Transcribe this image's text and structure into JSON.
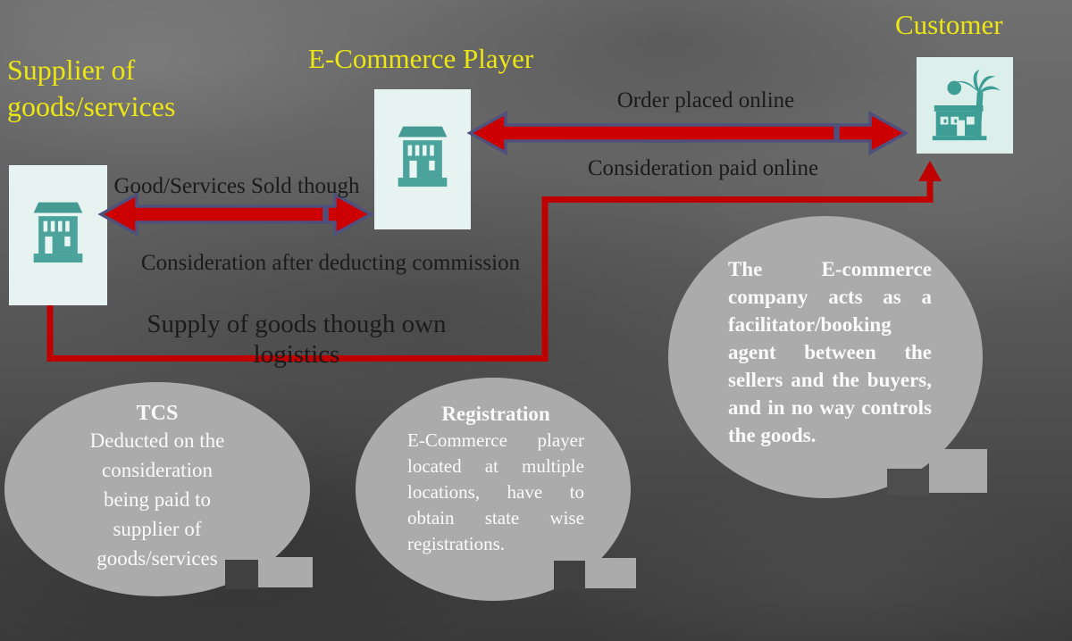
{
  "titles": {
    "supplier": "Supplier of\ngoods/services",
    "ecommerce": "E-Commerce Player",
    "customer": "Customer"
  },
  "flow_labels": {
    "order": "Order placed online",
    "consideration_online": "Consideration paid online",
    "goods_sold": "Good/Services Sold though",
    "commission": "Consideration after deducting commission",
    "supply": "Supply of goods though own\nlogistics"
  },
  "bubbles": {
    "tcs": {
      "heading": "TCS",
      "body": "Deducted on the\nconsideration\nbeing paid to\nsupplier of\ngoods/services"
    },
    "registration": {
      "heading": "Registration",
      "body": "E-Commerce player located at multiple locations, have to obtain state wise registrations."
    },
    "facilitator": {
      "body": "The E-commerce company acts as a facilitator/booking agent between the sellers and the buyers, and in no way controls the goods."
    }
  },
  "icons": {
    "supplier": "building-icon",
    "ecommerce": "building-icon",
    "customer": "beach-building-palm-icon"
  },
  "colors": {
    "accent_yellow": "#EDE615",
    "arrow_red": "#CC0001",
    "arrow_border": "#4F517D",
    "line_red": "#C00000",
    "bubble_gray": "#ABABAB",
    "box_bg": "#E6F3F1",
    "icon_teal": "#4CA39C",
    "label_dark": "#1B1B1B",
    "bubble_text": "#FAFAFA"
  }
}
